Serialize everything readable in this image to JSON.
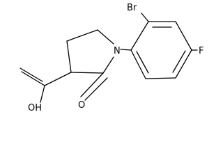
{
  "molecule": {
    "atoms": {
      "bromine": "Br",
      "fluorine": "F",
      "nitrogen": "N",
      "ring_oxygen": "O",
      "hydroxyl": "OH"
    },
    "stroke_color": "#000000",
    "background_color": "#ffffff"
  }
}
